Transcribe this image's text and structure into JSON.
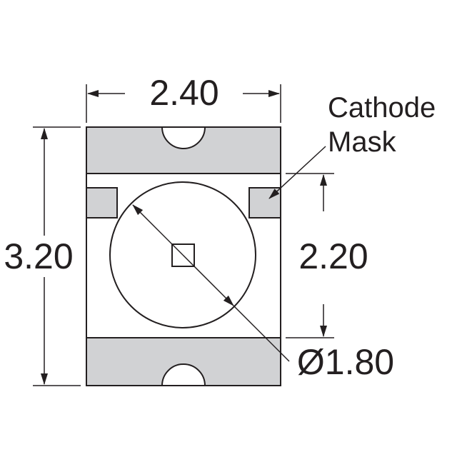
{
  "colors": {
    "ink": "#231f20",
    "pad": "#d1d2d4",
    "body": "#ffffff"
  },
  "dimensions": {
    "width": "2.40",
    "height": "3.20",
    "lens_span": "2.20",
    "lens_diameter": "Ø1.80"
  },
  "labels": {
    "cathode_line1": "Cathode",
    "cathode_line2": "Mask"
  }
}
